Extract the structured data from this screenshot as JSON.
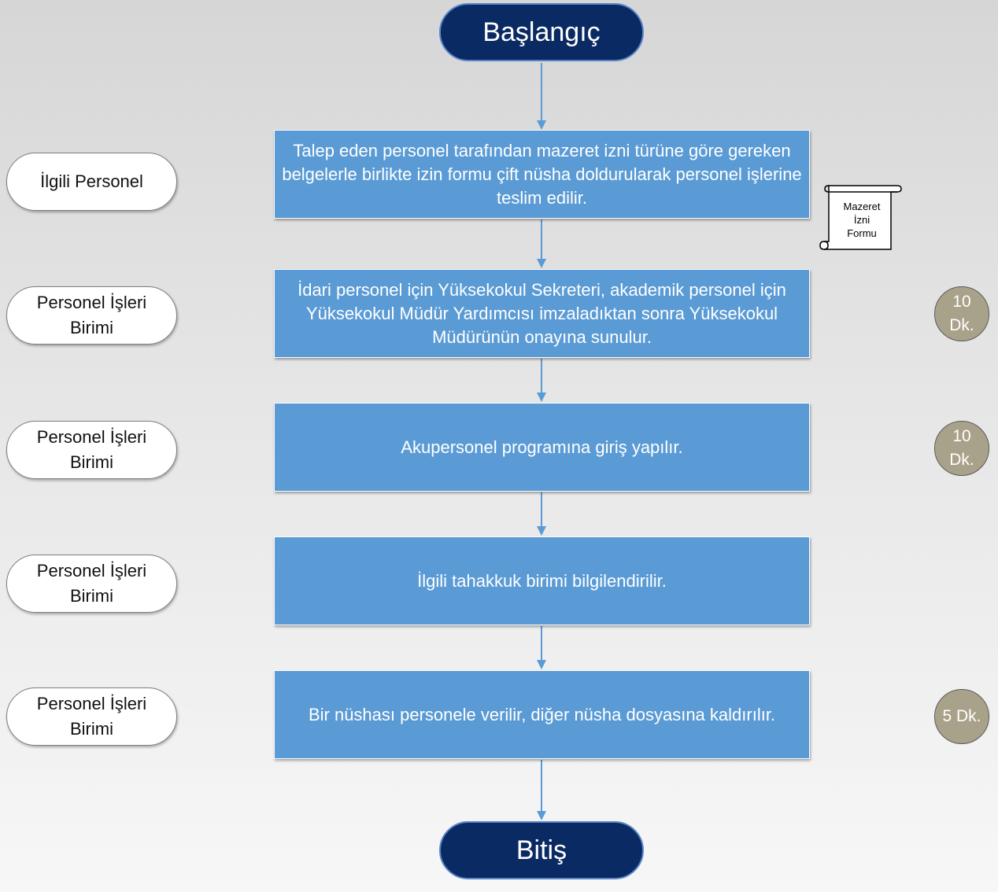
{
  "start": "Başlangıç",
  "end": "Bitiş",
  "steps": [
    "Talep eden personel tarafından mazeret izni türüne göre gereken belgelerle birlikte izin formu çift nüsha doldurularak personel işlerine teslim edilir.",
    "İdari personel için Yüksekokul Sekreteri, akademik personel için Yüksekokul Müdür Yardımcısı imzaladıktan sonra Yüksekokul Müdürünün onayına sunulur.",
    "Akupersonel programına giriş yapılır.",
    "İlgili tahakkuk birimi bilgilendirilir.",
    "Bir nüshası personele verilir, diğer nüsha dosyasına kaldırılır."
  ],
  "actors": [
    "İlgili Personel",
    "Personel İşleri Birimi",
    "Personel İşleri Birimi",
    "Personel İşleri Birimi",
    "Personel İşleri Birimi"
  ],
  "times": [
    "10 Dk.",
    "10 Dk.",
    "5 Dk."
  ],
  "document": "Mazeret İzni Formu",
  "colors": {
    "terminal": "#0a2a63",
    "step": "#5b9bd5",
    "arrow": "#5b9bd5",
    "time": "#a9a28a"
  }
}
